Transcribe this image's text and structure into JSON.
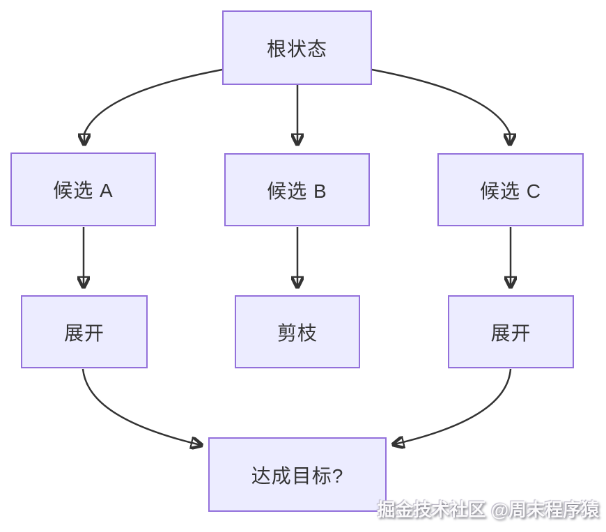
{
  "diagram": {
    "type": "flowchart",
    "direction": "top-down",
    "nodes": [
      {
        "id": "root",
        "label": "根状态"
      },
      {
        "id": "candidate-a",
        "label": "候选 A"
      },
      {
        "id": "candidate-b",
        "label": "候选 B"
      },
      {
        "id": "candidate-c",
        "label": "候选 C"
      },
      {
        "id": "expand-a",
        "label": "展开"
      },
      {
        "id": "prune-b",
        "label": "剪枝"
      },
      {
        "id": "expand-c",
        "label": "展开"
      },
      {
        "id": "goal",
        "label": "达成目标?"
      }
    ],
    "edges": [
      {
        "from": "root",
        "to": "candidate-a"
      },
      {
        "from": "root",
        "to": "candidate-b"
      },
      {
        "from": "root",
        "to": "candidate-c"
      },
      {
        "from": "candidate-a",
        "to": "expand-a"
      },
      {
        "from": "candidate-b",
        "to": "prune-b"
      },
      {
        "from": "candidate-c",
        "to": "expand-c"
      },
      {
        "from": "expand-a",
        "to": "goal"
      },
      {
        "from": "expand-c",
        "to": "goal"
      }
    ],
    "colors": {
      "node_fill": "#ECECFF",
      "node_border": "#9370DB",
      "edge": "#333333",
      "text": "#333333",
      "background": "#FFFFFF"
    }
  },
  "watermark": {
    "text": "掘金技术社区 @周末程序猿"
  }
}
